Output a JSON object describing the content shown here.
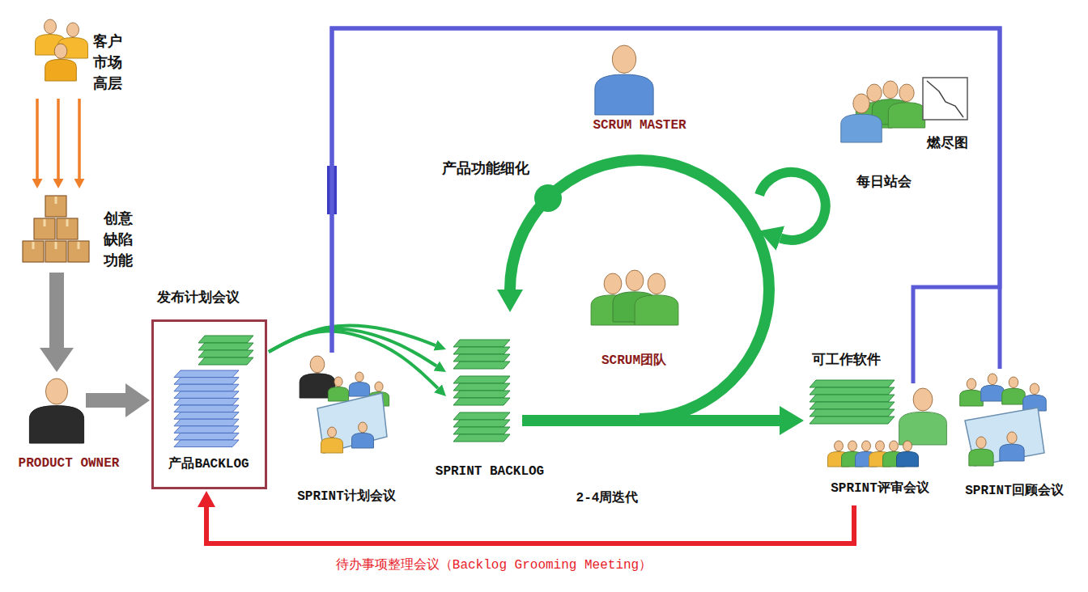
{
  "diagram": {
    "nodes": [
      {
        "text": [
          "客户 市场 高层"
        ]
      },
      {
        "text": [
          "创意 缺陷 功能"
        ]
      },
      {
        "text": [
          "PRODUCT OWNER"
        ]
      },
      {
        "text": [
          "发布计划会议",
          "产品BACKLOG"
        ]
      },
      {
        "text": [
          "SPRINT计划会议"
        ]
      },
      {
        "text": [
          "SPRINT BACKLOG"
        ]
      },
      {
        "text": [
          "SCRUM MASTER"
        ]
      },
      {
        "text": [
          "SCRUM团队"
        ]
      },
      {
        "text": [
          "每日站会"
        ]
      },
      {
        "text": [
          "燃尽图"
        ]
      },
      {
        "text": [
          "可工作软件"
        ]
      },
      {
        "text": [
          "SPRINT评审会议"
        ]
      },
      {
        "text": [
          "SPRINT回顾会议"
        ]
      }
    ],
    "edges": [
      {
        "from": 0,
        "to": 1,
        "arrow": "to"
      },
      {
        "from": 1,
        "to": 2,
        "arrow": "to"
      },
      {
        "from": 2,
        "to": 3,
        "arrow": "to"
      },
      {
        "from": 3,
        "to": 5,
        "arrow": "to"
      },
      {
        "from": 5,
        "to": 10,
        "arrow": "to"
      },
      {
        "from": 11,
        "to": 3,
        "label": "待办事项整理会议（Backlog Grooming Meeting）",
        "arrow": "to"
      },
      {
        "from": 11,
        "to": 4,
        "arrow": "none"
      },
      {
        "from": 12,
        "to": 4,
        "arrow": "none"
      }
    ],
    "labels": [
      "产品功能细化",
      "2-4周迭代"
    ]
  }
}
